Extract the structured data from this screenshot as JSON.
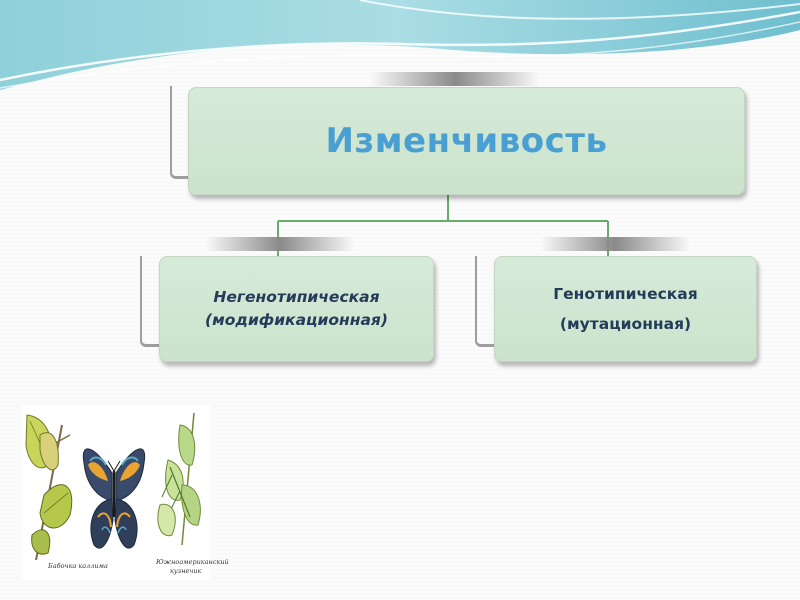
{
  "root": {
    "label": "Изменчивость"
  },
  "children": [
    {
      "line1": "Негенотипическая",
      "line2": "(модификационная)"
    },
    {
      "line1": "Генотипическая",
      "line2": "(мутационная)"
    }
  ],
  "illustration": {
    "caption_left": "Бабочка каллима",
    "caption_right_1": "Южноамериканский",
    "caption_right_2": "кузнечик"
  },
  "colors": {
    "box_fill": "#cfe6d0",
    "title_text": "#4a9fd2",
    "child_text": "#243c5a",
    "connector": "#6aaa6a",
    "wave": "#7cc6d4"
  }
}
